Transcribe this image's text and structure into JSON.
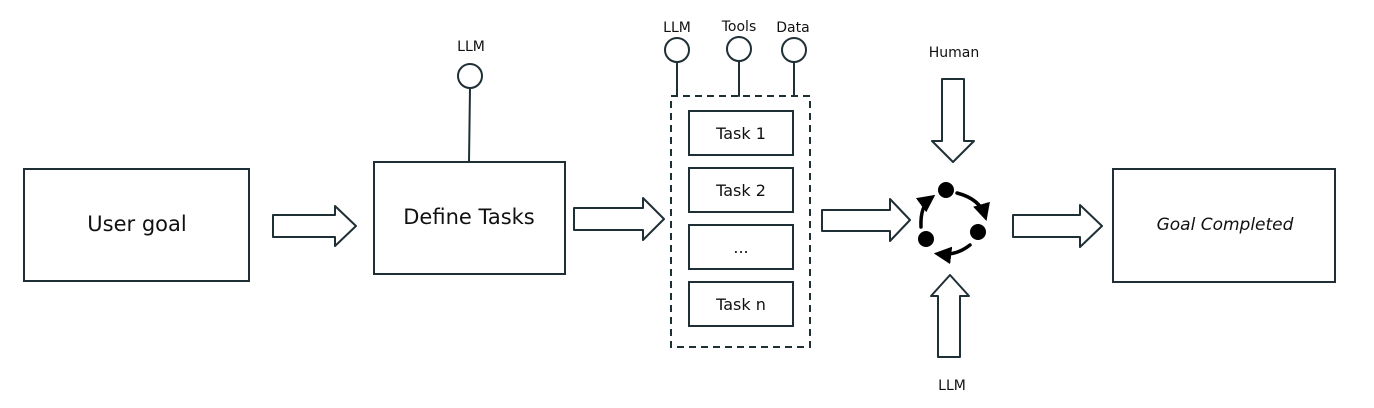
{
  "boxes": {
    "user_goal": "User goal",
    "define_tasks": "Define Tasks",
    "goal_completed": "Goal Completed"
  },
  "pins": {
    "define_llm": "LLM",
    "group_llm": "LLM",
    "group_tools": "Tools",
    "group_data": "Data"
  },
  "tasks": [
    "Task 1",
    "Task 2",
    "...",
    "Task n"
  ],
  "inputs": {
    "human": "Human",
    "llm": "LLM"
  },
  "colors": {
    "stroke": "#1f2f36",
    "text": "#111111",
    "cycle": "#000000"
  },
  "icons": {
    "cycle": "cycle-icon"
  }
}
